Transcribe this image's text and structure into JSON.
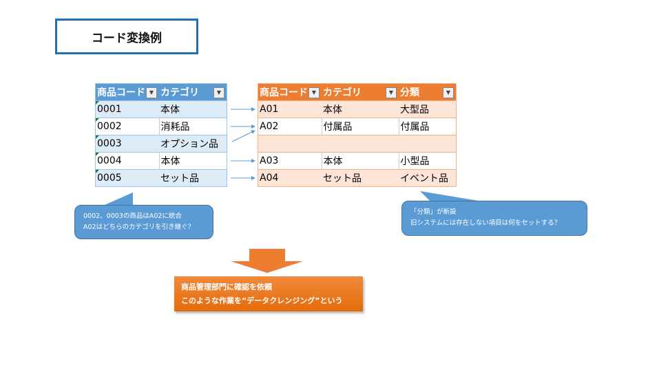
{
  "title": "コード変換例",
  "old_table": {
    "headers": [
      "商品コード",
      "カテゴリ"
    ],
    "rows": [
      [
        "0001",
        "本体"
      ],
      [
        "0002",
        "消耗品"
      ],
      [
        "0003",
        "オプション品"
      ],
      [
        "0004",
        "本体"
      ],
      [
        "0005",
        "セット品"
      ]
    ]
  },
  "new_table": {
    "headers": [
      "商品コード",
      "カテゴリ",
      "分類"
    ],
    "rows": [
      [
        "A01",
        "本体",
        "大型品"
      ],
      [
        "A02",
        "付属品",
        "付属品"
      ],
      [
        "",
        "",
        ""
      ],
      [
        "A03",
        "本体",
        "小型品"
      ],
      [
        "A04",
        "セット品",
        "イベント品"
      ]
    ]
  },
  "callout_left": [
    "0002、0003の商品はA02に統合",
    "A02はどちらのカテゴリを引き継ぐ？"
  ],
  "callout_right": [
    "「分類」が新設",
    "旧システムには存在しない項目は何をセットする？"
  ],
  "action_box": [
    "商品管理部門に確認を依頼",
    "このような作業を“データクレンジング”という"
  ],
  "colors": {
    "blue": "#5b9bd5",
    "orange": "#ed7d31"
  }
}
